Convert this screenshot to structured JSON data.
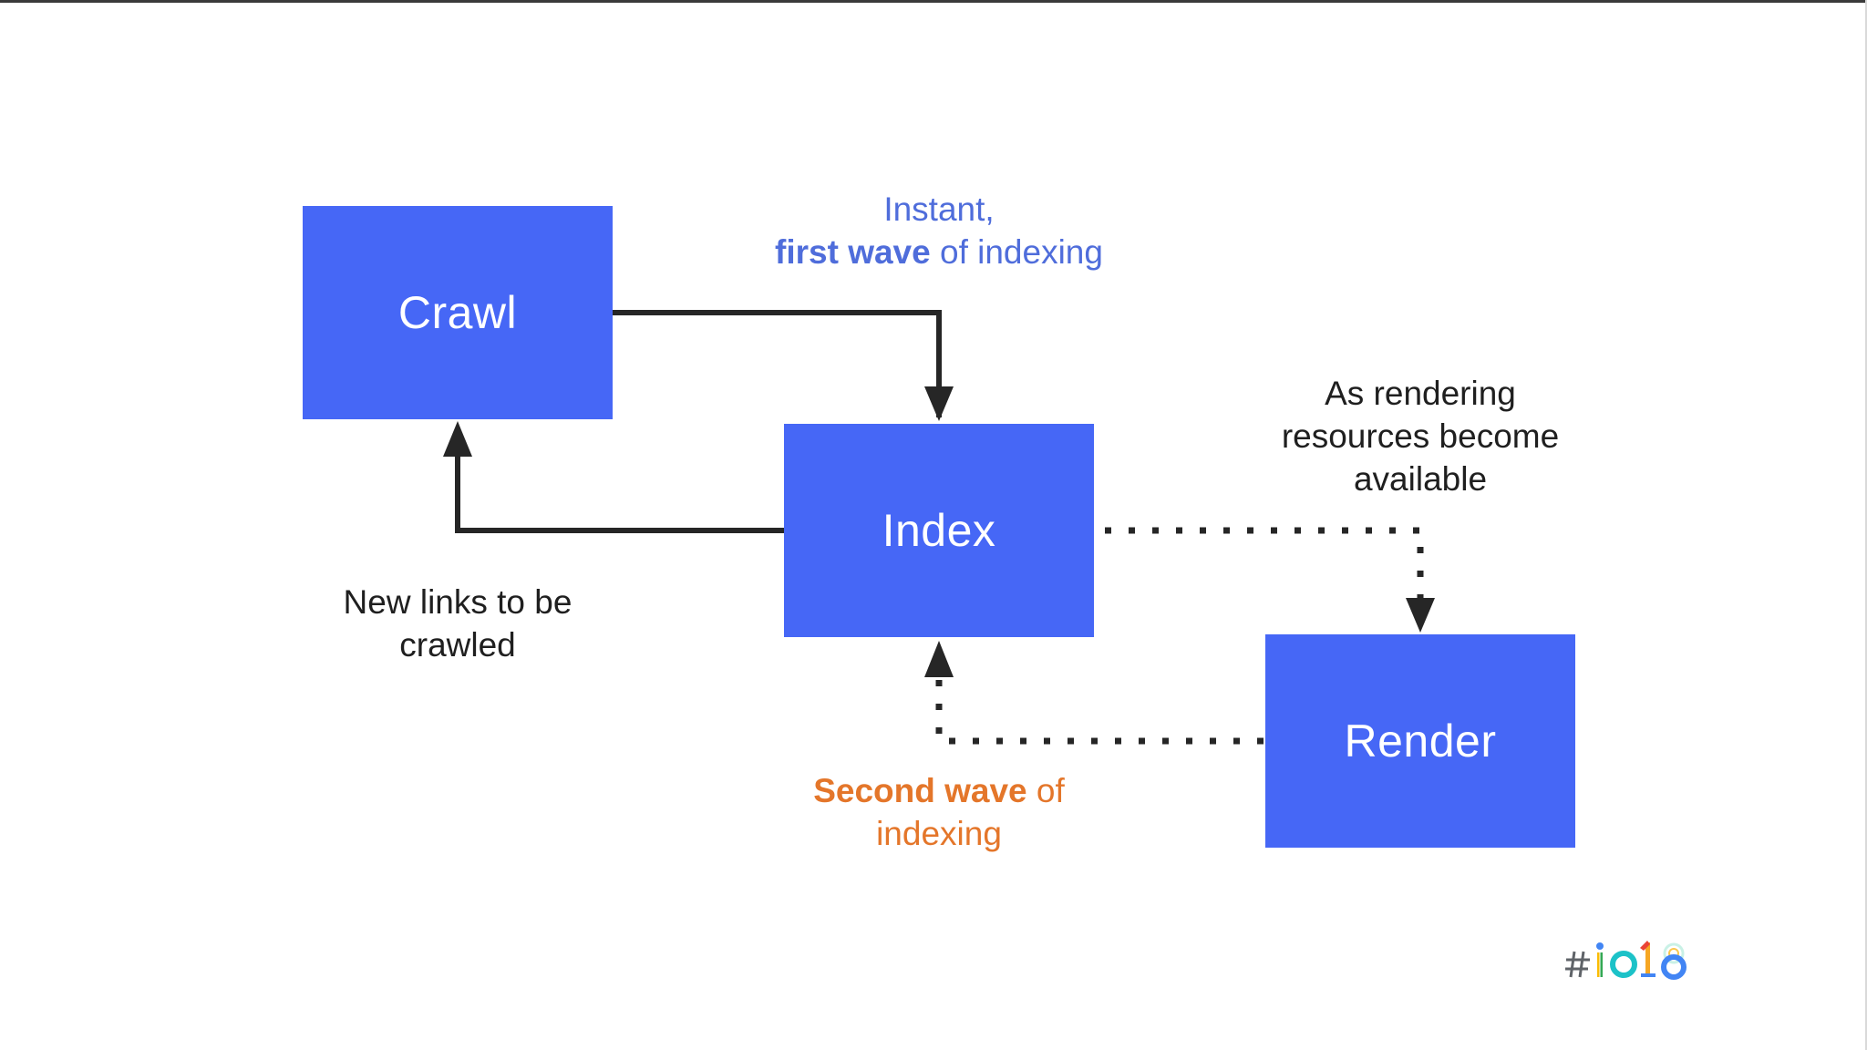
{
  "slide": {
    "background": "#ffffff"
  },
  "colors": {
    "box_fill": "#4667f6",
    "arrow": "#262626",
    "text_dark": "#1f1f1f",
    "text_blue": "#4f6ddb",
    "text_orange": "#e4762a"
  },
  "nodes": {
    "crawl": {
      "label": "Crawl"
    },
    "index": {
      "label": "Index"
    },
    "render": {
      "label": "Render"
    }
  },
  "annotations": {
    "first_wave": {
      "line1": "Instant,",
      "line2_bold": "first wave",
      "line2_rest": " of indexing"
    },
    "render_queue": {
      "line1": "As rendering",
      "line2": "resources become",
      "line3": "available"
    },
    "new_links": {
      "line1": "New links to be",
      "line2": "crawled"
    },
    "second_wave": {
      "line1_bold": "Second wave",
      "line1_rest": " of",
      "line2": "indexing"
    }
  },
  "edges": [
    {
      "from": "Crawl",
      "to": "Index",
      "style": "solid"
    },
    {
      "from": "Index",
      "to": "Crawl",
      "style": "solid"
    },
    {
      "from": "Index",
      "to": "Render",
      "style": "dotted"
    },
    {
      "from": "Render",
      "to": "Index",
      "style": "dotted"
    }
  ],
  "logo": {
    "text": "#io18",
    "icon": "google-io-18-logo"
  }
}
